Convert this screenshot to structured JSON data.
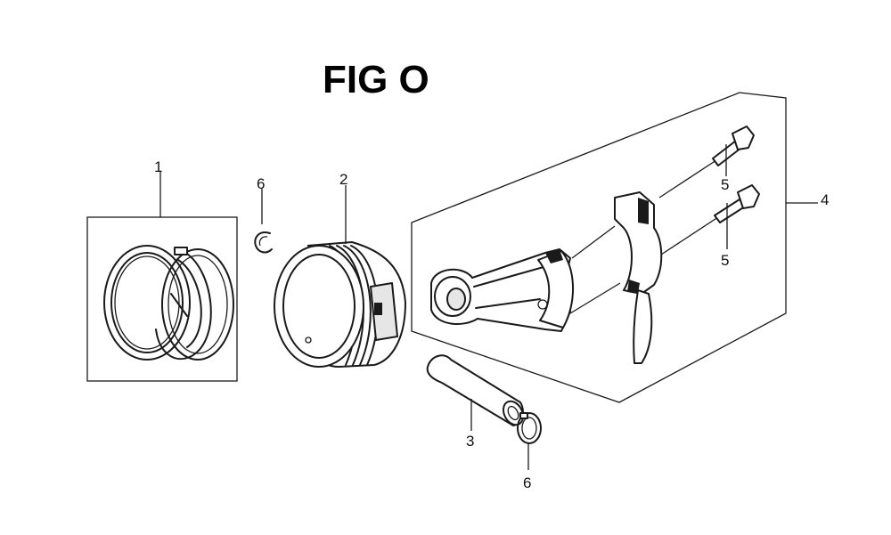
{
  "diagram": {
    "title": "FIG O",
    "callouts": {
      "piston_ring_set": "1",
      "piston": "2",
      "piston_pin": "3",
      "connecting_rod_assembly": "4",
      "rod_bolt_upper": "5",
      "rod_bolt_lower": "5",
      "pin_clip_upper": "6",
      "pin_clip_lower": "6"
    }
  }
}
